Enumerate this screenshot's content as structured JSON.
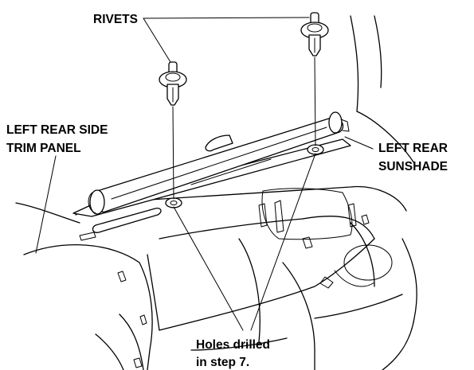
{
  "labels": {
    "rivets": "RIVETS",
    "trim_panel_line1": "LEFT REAR SIDE",
    "trim_panel_line2": "TRIM PANEL",
    "sunshade_line1": "LEFT REAR",
    "sunshade_line2": "SUNSHADE",
    "holes_line1": "Holes drilled",
    "holes_line2": "in step 7."
  }
}
